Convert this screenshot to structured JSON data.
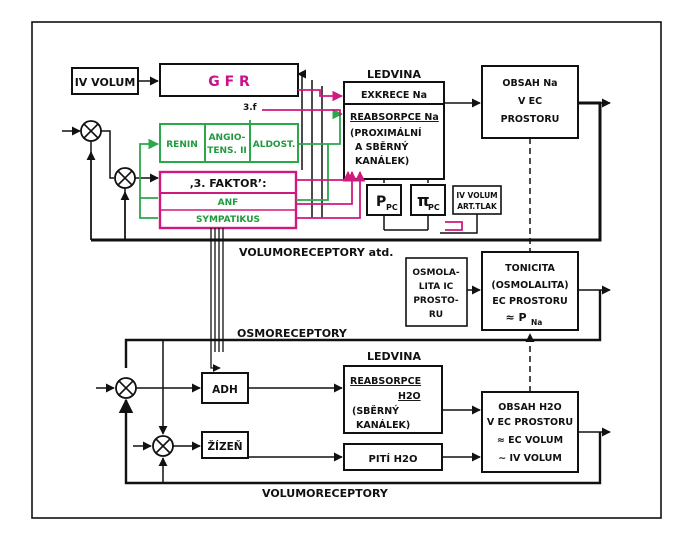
{
  "colors": {
    "black": "#111111",
    "green": "#2aa84a",
    "magenta": "#d0197f",
    "green_text": "#1f9a3c",
    "magenta_text": "#c8118a"
  },
  "blocks": {
    "iv_volum": "IV VOLUM",
    "gfr": "G F R",
    "renin": "RENIN",
    "angio_line1": "ANGIO-",
    "angio_line2": "TENS. II",
    "aldost": "ALDOST.",
    "label_3f": "3.f",
    "faktor": "‚3. FAKTOR’:",
    "anf": "ANF",
    "sympatikus": "SYMPATIKUS",
    "ledvina_top": "LEDVINA",
    "exkrece": "EXKRECE Na",
    "reabsorpce_na": "REABSORPCE Na",
    "proximalni_1": "(PROXIMÁLNÍ",
    "proximalni_2": "A SBĚRNÝ",
    "proximalni_3": "KANÁLEK)",
    "p_pc": "P",
    "p_pc_sub": "PC",
    "pi_pc": "π",
    "pi_pc_sub": "PC",
    "iv_art_1": "IV VOLUM",
    "iv_art_2": "ART.TLAK",
    "obsah_na_1": "OBSAH Na",
    "obsah_na_2": "V EC",
    "obsah_na_3": "PROSTORU",
    "volumoreceptory_top": "VOLUMORECEPTORY atd.",
    "osmolalita_1": "OSMOLA-",
    "osmolalita_2": "LITA IC",
    "osmolalita_3": "PROSTO-",
    "osmolalita_4": "RU",
    "tonicita_1": "TONICITA",
    "tonicita_2": "(OSMOLALITA)",
    "tonicita_3": "EC PROSTORU",
    "tonicita_4": "≈ P",
    "tonicita_4_sub": "Na",
    "osmoreceptory": "OSMORECEPTORY",
    "ledvina_bottom": "LEDVINA",
    "adh": "ADH",
    "reabsorpce_h2o_1": "REABSORPCE",
    "reabsorpce_h2o_2": "H2O",
    "sberny_1": "(SBĚRNÝ",
    "sberny_2": "KANÁLEK)",
    "obsah_h2o_1": "OBSAH H2O",
    "obsah_h2o_2": "V EC PROSTORU",
    "obsah_h2o_3": "≈ EC VOLUM",
    "obsah_h2o_4": "∼ IV VOLUM",
    "zizen": "ŽÍZEŇ",
    "piti": "PITÍ H2O",
    "volumoreceptory_bottom": "VOLUMORECEPTORY"
  }
}
